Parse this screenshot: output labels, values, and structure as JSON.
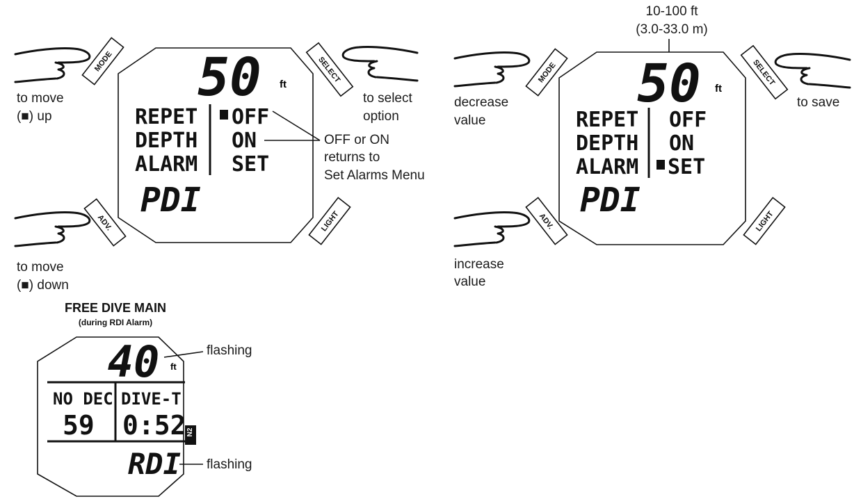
{
  "panel_left": {
    "depth_value": "50",
    "depth_unit": "ft",
    "menu_labels": [
      "REPET",
      "DEPTH",
      "ALARM"
    ],
    "menu_options": [
      "OFF",
      "ON",
      "SET"
    ],
    "selected_option_index": 0,
    "pdi_label": "PDI",
    "buttons": {
      "mode": "MODE",
      "select": "SELECT",
      "adv": "ADV.",
      "light": "LIGHT"
    },
    "captions": {
      "mode_line1": "to move",
      "mode_line2": "(■) up",
      "select_line1": "to select",
      "select_line2": "option",
      "adv_line1": "to move",
      "adv_line2": "(■) down",
      "callout_line1": "OFF or ON",
      "callout_line2": "returns to",
      "callout_line3": "Set Alarms Menu"
    }
  },
  "panel_right": {
    "range_line1": "10-100 ft",
    "range_line2": "(3.0-33.0 m)",
    "depth_value": "50",
    "depth_unit": "ft",
    "menu_labels": [
      "REPET",
      "DEPTH",
      "ALARM"
    ],
    "menu_options": [
      "OFF",
      "ON",
      "SET"
    ],
    "selected_option_index": 2,
    "pdi_label": "PDI",
    "buttons": {
      "mode": "MODE",
      "select": "SELECT",
      "adv": "ADV.",
      "light": "LIGHT"
    },
    "captions": {
      "mode_line1": "decrease",
      "mode_line2": "value",
      "select_line1": "to save",
      "adv_line1": "increase",
      "adv_line2": "value"
    }
  },
  "panel_bottom": {
    "title": "FREE DIVE MAIN",
    "subtitle": "(during RDI Alarm)",
    "depth_value": "40",
    "depth_unit": "ft",
    "left_header": "NO DEC",
    "left_value": "59",
    "right_header": "DIVE-T",
    "right_value": "0:52",
    "n2_badge": "N2",
    "rdi_label": "RDI",
    "callout_top": "flashing",
    "callout_bottom": "flashing"
  },
  "colors": {
    "ink": "#111111",
    "background": "#ffffff"
  },
  "icons": [
    "pointing-hand-icon",
    "square-bullet-icon"
  ]
}
